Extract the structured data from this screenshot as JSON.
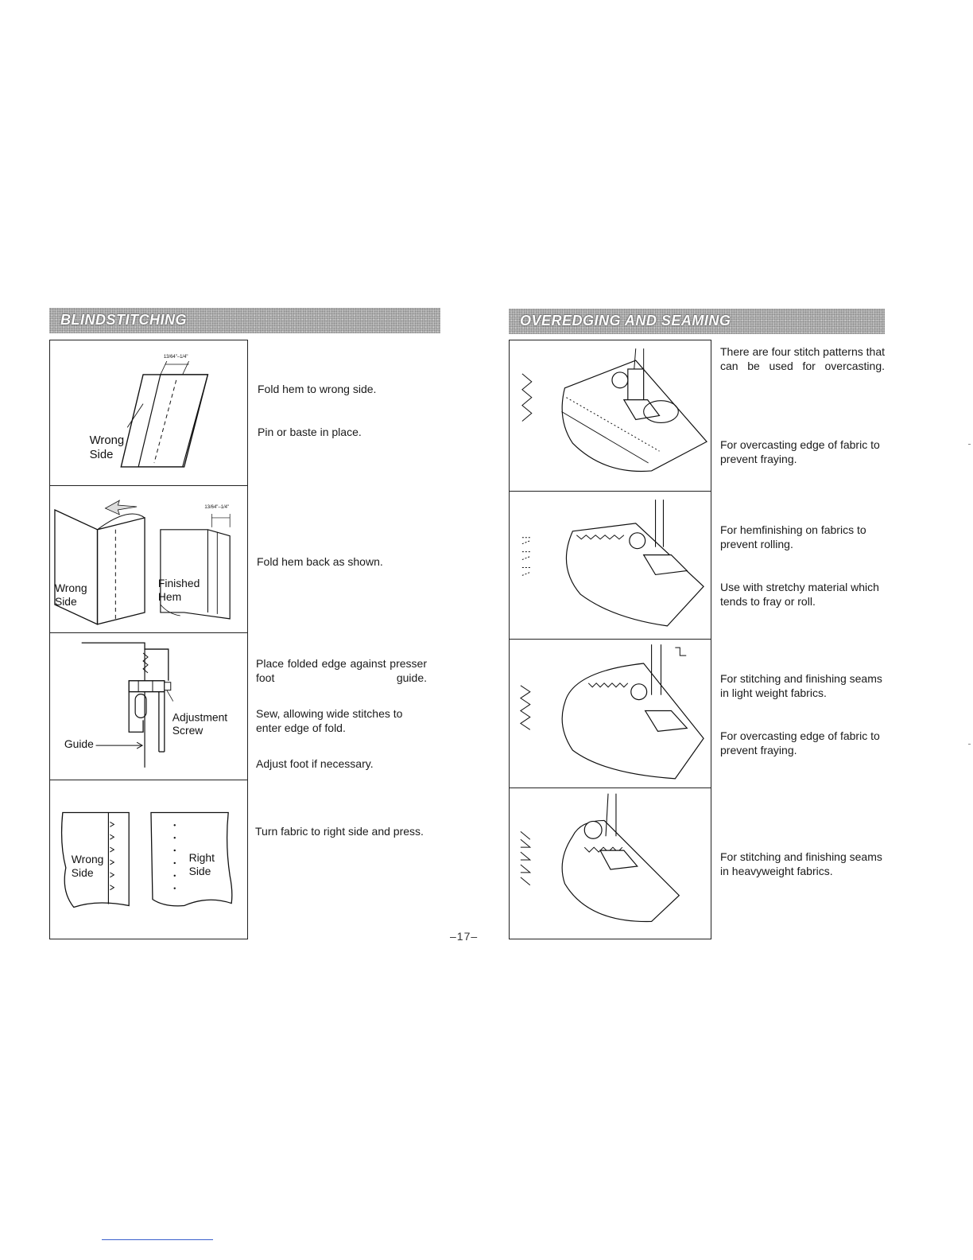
{
  "left": {
    "heading": "BLINDSTITCHING",
    "figures": {
      "fig1": {
        "measure": "13/64\"–1/4\"",
        "wrong": "Wrong",
        "side": "Side"
      },
      "fig2": {
        "measure": "13/64\"–1/4\"",
        "wrong": "Wrong",
        "side": "Side",
        "finished": "Finished",
        "hem": "Hem"
      },
      "fig3": {
        "adjustment": "Adjustment",
        "screw": "Screw",
        "guide": "Guide"
      },
      "fig4": {
        "wrong": "Wrong",
        "side1": "Side",
        "right": "Right",
        "side2": "Side"
      }
    },
    "steps": [
      "Fold hem to wrong side.",
      "Pin or baste in place.",
      "Fold hem back as shown.",
      "Place folded edge against presser foot guide.",
      "Sew, allowing wide stitches to enter edge of fold.",
      "Adjust foot if necessary.",
      "Turn fabric to right side and press."
    ]
  },
  "right": {
    "heading": "OVEREDGING AND SEAMING",
    "intro": "There are four stitch patterns that can be used for overcasting.",
    "items": [
      "For overcasting edge of fabric to prevent fraying.",
      "For hemfinishing on fabrics to prevent rolling.",
      "Use with stretchy material which tends to fray or roll.",
      "For stitching and finishing seams in light weight fabrics.",
      "For overcasting edge of fabric to prevent fraying.",
      "For stitching and finishing seams in heavyweight fabrics."
    ]
  },
  "page_number": "–17–"
}
